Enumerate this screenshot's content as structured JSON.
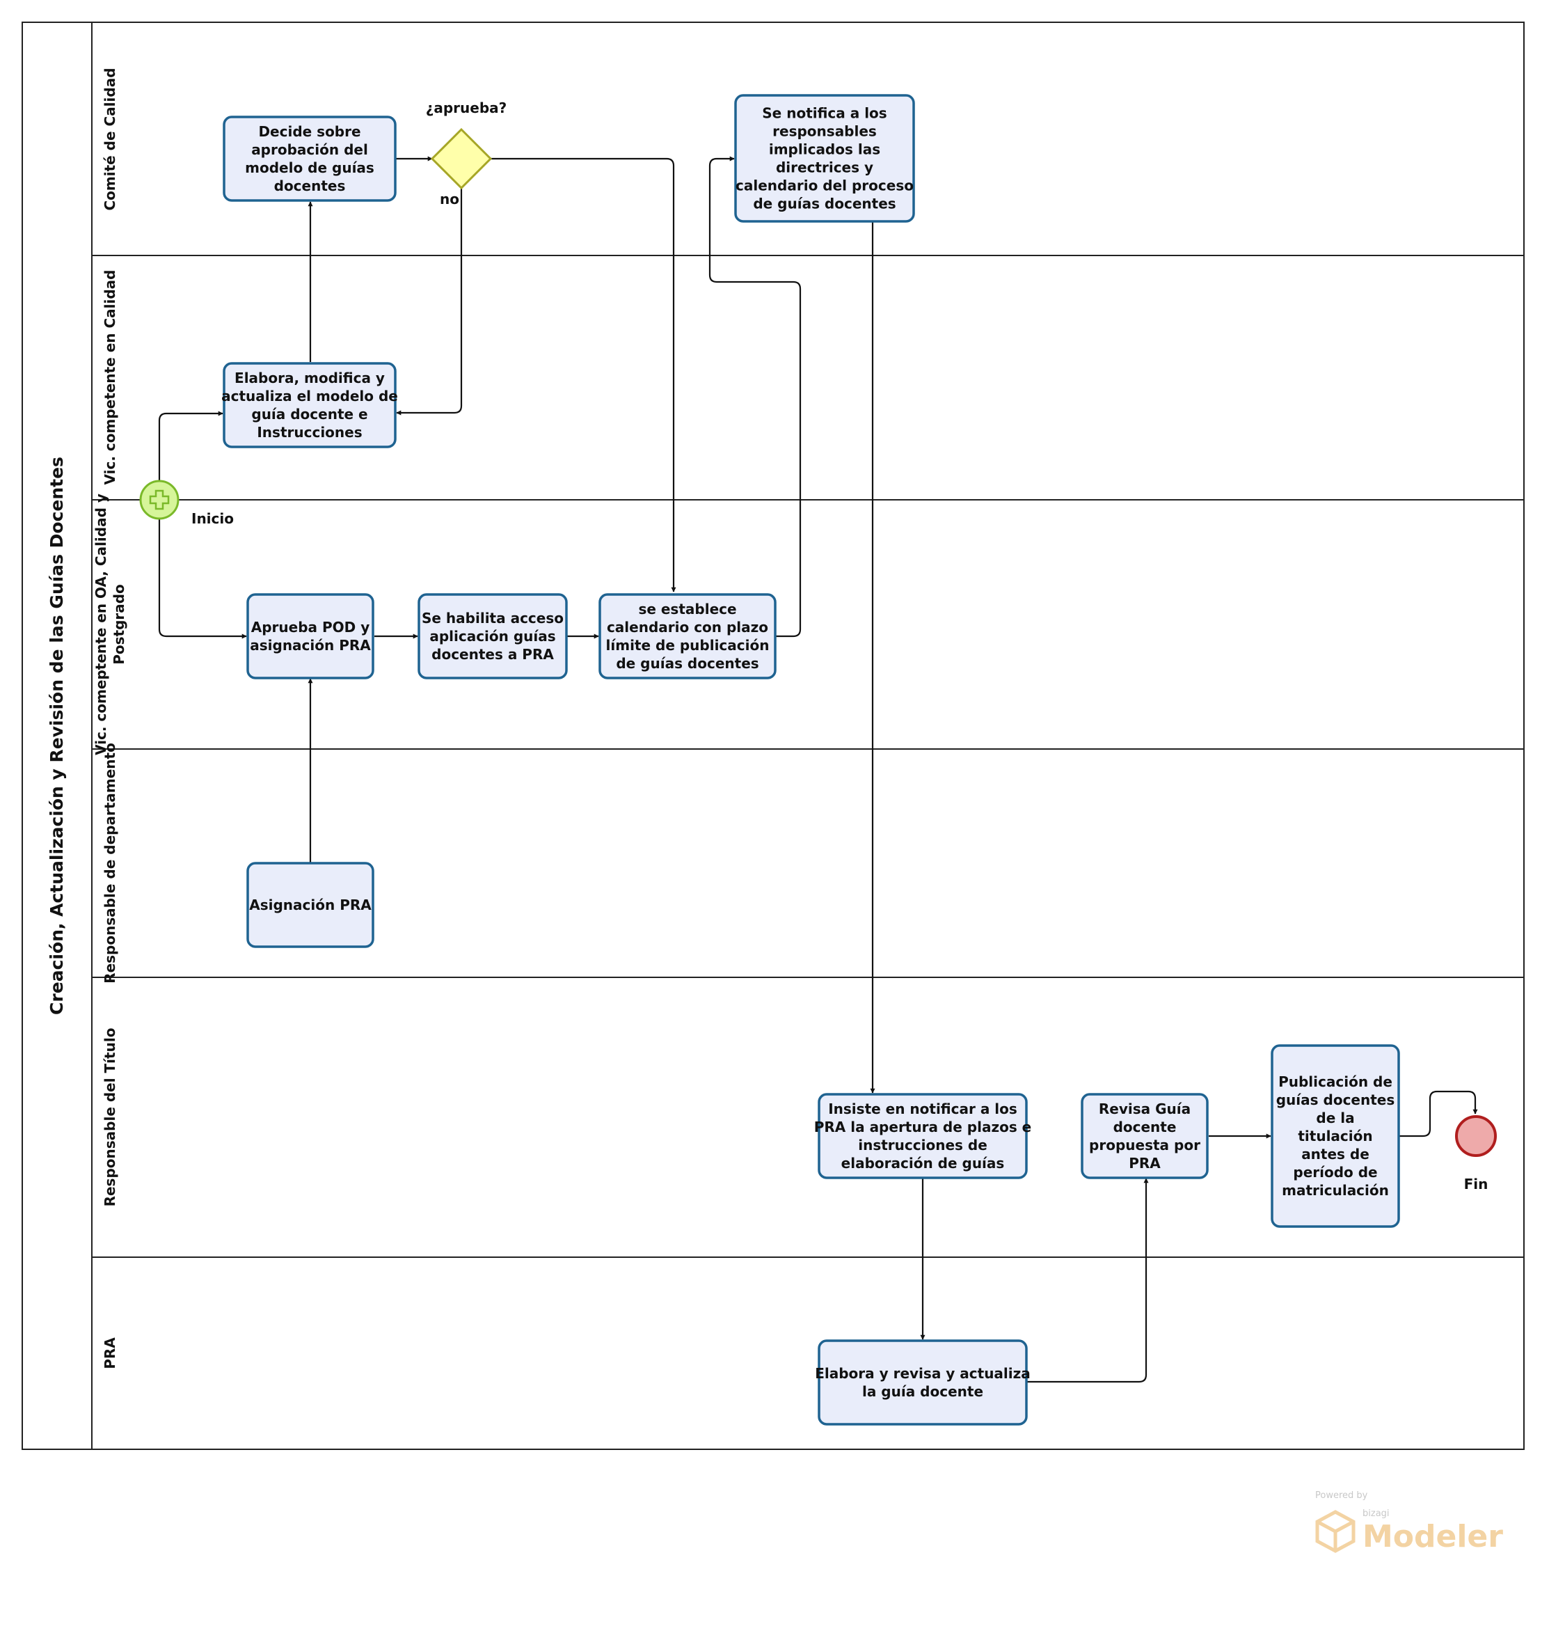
{
  "pool": {
    "title": "Creación, Actualización y Revisión de las Guías Docentes"
  },
  "lanes": [
    {
      "id": "comite",
      "label": [
        "Comité de Calidad"
      ]
    },
    {
      "id": "vic-calidad",
      "label": [
        "Vic. competente en Calidad"
      ]
    },
    {
      "id": "vic-oa",
      "label": [
        "Vic. comeptente en OA, Calidad y",
        "Postgrado"
      ]
    },
    {
      "id": "resp-dep",
      "label": [
        "Responsable de departamento"
      ]
    },
    {
      "id": "resp-titulo",
      "label": [
        "Responsable del Título"
      ]
    },
    {
      "id": "pra",
      "label": [
        "PRA"
      ]
    }
  ],
  "tasks": [
    {
      "id": "t-decide",
      "lines": [
        "Decide sobre",
        "aprobación del",
        "modelo de guías",
        "docentes"
      ]
    },
    {
      "id": "t-notifica",
      "lines": [
        "Se notifica a los",
        "responsables",
        "implicados las",
        "directrices y",
        "calendario del proceso",
        "de guías docentes"
      ]
    },
    {
      "id": "t-elabora-modelo",
      "lines": [
        "Elabora, modifica y",
        "actualiza el modelo de",
        "guía docente e",
        "Instrucciones"
      ]
    },
    {
      "id": "t-aprueba-pod",
      "lines": [
        "Aprueba POD y",
        "asignación PRA"
      ]
    },
    {
      "id": "t-habilita",
      "lines": [
        "Se habilita acceso",
        "aplicación guías",
        "docentes a PRA"
      ]
    },
    {
      "id": "t-calendario",
      "lines": [
        "se establece",
        "calendario con plazo",
        "límite de publicación",
        "de guías docentes"
      ]
    },
    {
      "id": "t-asignacion",
      "lines": [
        "Asignación PRA"
      ]
    },
    {
      "id": "t-insiste",
      "lines": [
        "Insiste en notificar a los",
        "PRA la apertura de plazos e",
        "instrucciones de",
        "elaboración de guías"
      ]
    },
    {
      "id": "t-revisa",
      "lines": [
        "Revisa Guía",
        "docente",
        "propuesta por",
        "PRA"
      ]
    },
    {
      "id": "t-publicacion",
      "lines": [
        "Publicación de",
        "guías docentes",
        "de la",
        "titulación",
        "antes de",
        "período de",
        "matriculación"
      ]
    },
    {
      "id": "t-elabora-guia",
      "lines": [
        "Elabora y revisa y actualiza",
        "la guía docente"
      ]
    }
  ],
  "gateway": {
    "question": "¿aprueba?",
    "no_label": "no"
  },
  "events": {
    "start": "Inicio",
    "end": "Fin"
  },
  "colors": {
    "task_fill": "#e9edfa",
    "task_stroke": "#1f6391",
    "gateway_fill": "#ffffaa",
    "gateway_stroke": "#a6a626",
    "start_fill": "#d6f59a",
    "start_stroke": "#7ab929",
    "end_fill": "#eeaaaa",
    "end_stroke": "#b01e1e"
  },
  "watermark": {
    "powered": "Powered by",
    "brand": "bizagi",
    "product": "Modeler"
  }
}
